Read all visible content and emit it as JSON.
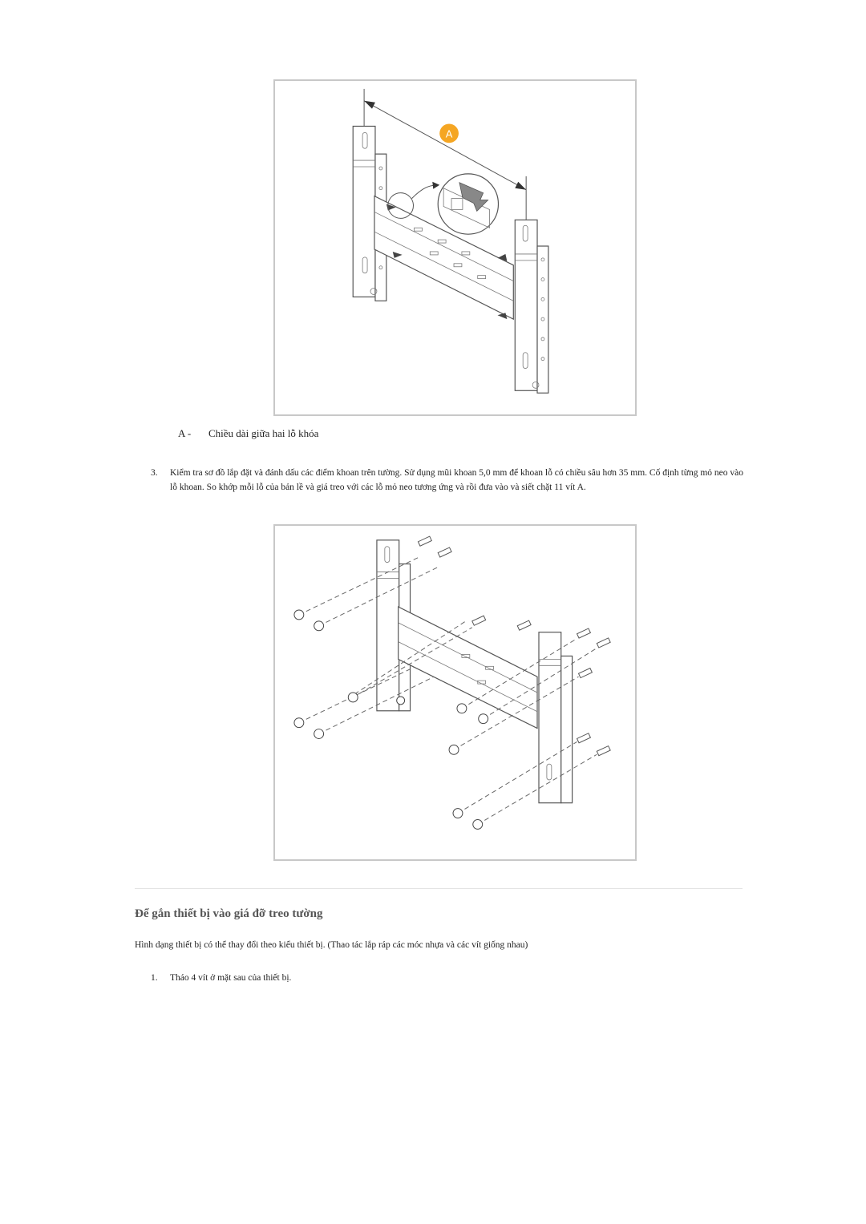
{
  "figure1": {
    "marker_label": "A",
    "legend": {
      "key": "A -",
      "text": "Chiều dài giữa hai lỗ khóa"
    }
  },
  "step3": {
    "number": "3.",
    "text": "Kiểm tra sơ đồ lắp đặt và đánh dấu các điểm khoan trên tường. Sử dụng mũi khoan 5,0 mm để khoan lỗ có chiều sâu hơn 35 mm. Cố định từng mỏ neo vào lỗ khoan. So khớp mỗi lỗ của bản lề và giá treo với các lỗ mỏ neo tương ứng và rồi đưa vào và siết chặt 11 vít A."
  },
  "section": {
    "title": "Để gắn thiết bị vào giá đỡ treo tường",
    "intro": "Hình dạng thiết bị có thể thay đổi theo kiểu thiết bị. (Thao tác lắp ráp các móc nhựa và các vít giống nhau)"
  },
  "step1": {
    "number": "1.",
    "text": "Tháo 4 vít ở mặt sau của thiết bị."
  },
  "colors": {
    "marker": "#f5a623",
    "frame_border": "#c8c8c8",
    "heading": "#555555"
  }
}
